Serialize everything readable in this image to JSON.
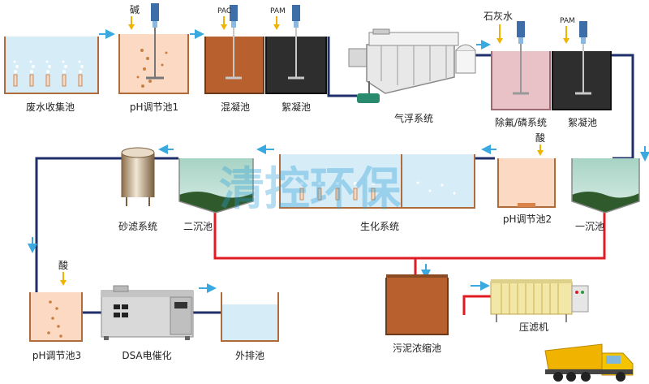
{
  "labels": {
    "waste_collection": "废水收集池",
    "ph1": "pH调节池1",
    "coagulation": "混凝池",
    "flocculation1": "絮凝池",
    "air_flotation": "气浮系统",
    "defluor": "除氟/磷系统",
    "flocculation2": "絮凝池",
    "primary_settle": "一沉池",
    "ph2": "pH调节池2",
    "bio": "生化系统",
    "secondary_settle": "二沉池",
    "sand_filter": "砂滤系统",
    "ph3": "pH调节池3",
    "dsa": "DSA电催化",
    "discharge": "外排池",
    "sludge": "污泥浓缩池",
    "filter_press": "压滤机"
  },
  "chemicals": {
    "alkali": "碱",
    "pac": "PAC",
    "pam1": "PAM",
    "lime": "石灰水",
    "pam2": "PAM",
    "acid1": "酸",
    "acid2": "酸"
  },
  "watermark": "清控环保",
  "colors": {
    "pipe_water": "#1f2f6b",
    "pipe_sludge": "#e11b22",
    "flow_arrow": "#3aa9e0",
    "tank_water": "#d6ecf7",
    "ph_tank": "#fbd9c3",
    "coag_tank": "#b8612e",
    "floc_tank": "#2e2e2e",
    "defluor_tank": "#e9c2c8",
    "settle_tank": "#a7d3c4",
    "sludge_tank": "#b8612e"
  }
}
